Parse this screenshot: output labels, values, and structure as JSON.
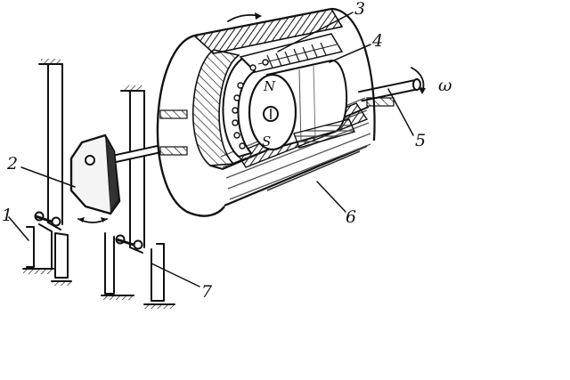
{
  "diagram": {
    "labels": {
      "l1": "1",
      "l2": "2",
      "l3": "3",
      "l4": "4",
      "l5": "5",
      "l6": "6",
      "l7": "7",
      "omega": "ω",
      "pole_n": "N",
      "pole_s": "S"
    }
  }
}
